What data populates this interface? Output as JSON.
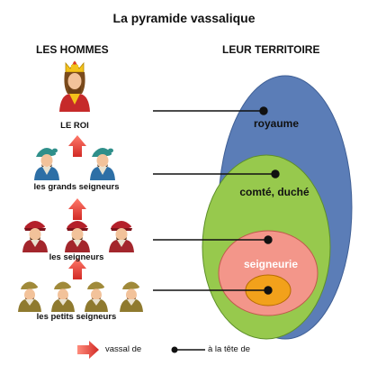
{
  "title": "La pyramide vassalique",
  "left_heading": "LES HOMMES",
  "right_heading": "LEUR TERRITOIRE",
  "ranks": {
    "king": "LE ROI",
    "great_lords": "les grands seigneurs",
    "lords": "les seigneurs",
    "small_lords": "les petits seigneurs"
  },
  "territories": {
    "kingdom": "royaume",
    "county": "comté, duché",
    "lordship": "seigneurie"
  },
  "legend": {
    "vassal": "vassal de",
    "head": "à la tête de"
  },
  "colors": {
    "kingdom": "#5b7db7",
    "county": "#97c94d",
    "lordship": "#f3968a",
    "fief": "#f2a11b",
    "arrow": "#e0312e"
  },
  "icons": [
    "king-icon",
    "lord-icon",
    "arrow-up-icon",
    "pointer-line-icon"
  ]
}
